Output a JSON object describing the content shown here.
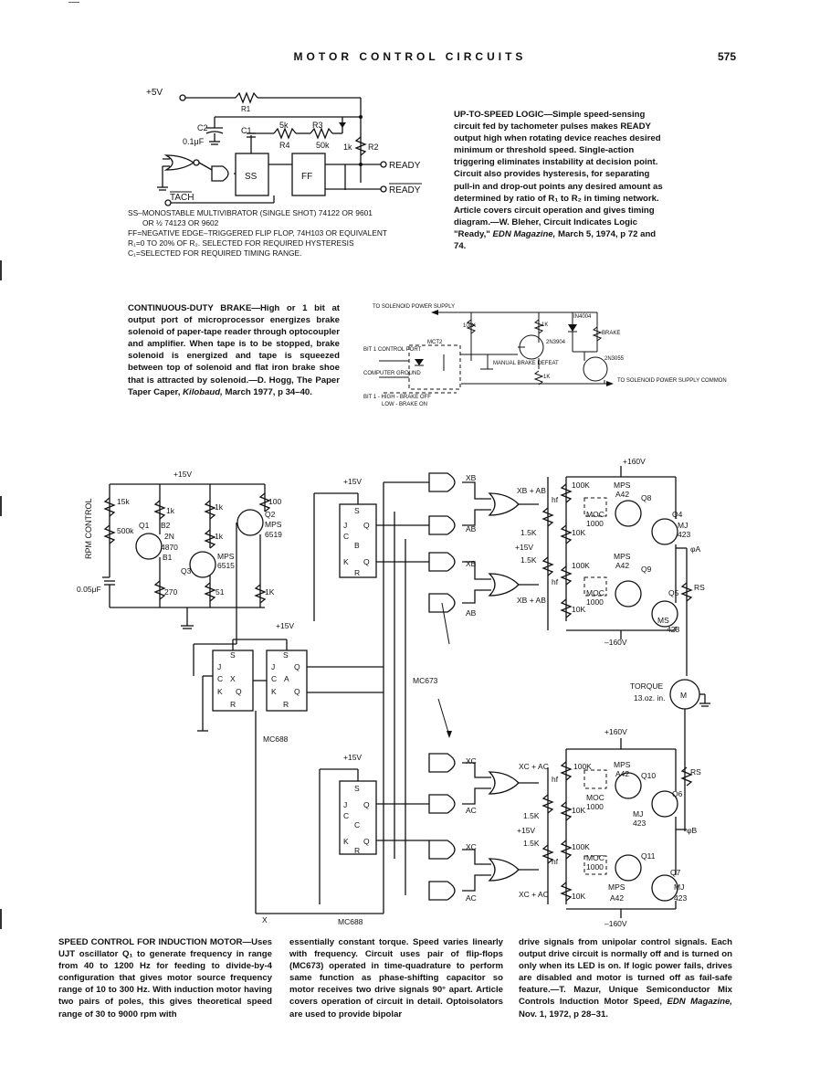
{
  "header": {
    "title": "MOTOR CONTROL CIRCUITS",
    "page_number": "575"
  },
  "up_to_speed": {
    "heading": "UP-TO-SPEED LOGIC",
    "body": "—Simple speed-sensing circuit fed by tachometer pulses makes READY output high when rotating device reaches desired minimum or threshold speed. Single-action triggering eliminates instability at decision point. Circuit also provides hysteresis, for separating pull-in and drop-out points any desired amount as determined by ratio of R₁ to R₂ in timing network. Article covers circuit operation and gives timing diagram.—W. Bleher, Circuit Indicates Logic \"Ready,\"",
    "source": "EDN Magazine,",
    "tail": "March 5, 1974, p 72 and 74.",
    "legend": [
      "SS–MONOSTABLE MULTIVIBRATOR (SINGLE SHOT) 74122 OR 9601",
      "OR ½ 74123 OR 9602",
      "FF=NEGATIVE EDGE–TRIGGERED FLIP FLOP, 74H103 OR EQUIVALENT",
      "R₁=0 TO 20% OF R₂. SELECTED FOR REQUIRED HYSTERESIS",
      "C₁=SELECTED FOR REQUIRED TIMING RANGE."
    ],
    "labels": {
      "supply": "+5V",
      "r1": "R1",
      "c2": "C2",
      "c2_val": "0.1μF",
      "c1": "C1",
      "r4_val": "5k",
      "r4": "R4",
      "r3": "R3",
      "r3_val": "50k",
      "r2_val": "1k",
      "r2": "R2",
      "ss": "SS",
      "ff": "FF",
      "ready": "READY",
      "ready_bar": "READY",
      "tach": "TACH"
    }
  },
  "brake": {
    "heading": "CONTINUOUS-DUTY BRAKE",
    "body": "—High or 1 bit at output port of microprocessor energizes brake solenoid of paper-tape reader through optocoupler and amplifier. When tape is to be stopped, brake solenoid is energized and tape is squeezed between top of solenoid and flat iron brake shoe that is attracted by solenoid.—D. Hogg, The Paper Taper Caper,",
    "source": "Kilobaud,",
    "tail": "March 1977, p 34–40.",
    "labels": {
      "solenoid_supply": "TO SOLENOID POWER SUPPLY",
      "r100k": "100K",
      "r1k_a": "1K",
      "in4004": "IN4004",
      "brake": "BRAKE",
      "mct2": "MCT2",
      "bit1_port": "BIT 1 CONTROL PORT",
      "computer_ground": "COMPUTER GROUND",
      "q2n3904": "2N3904",
      "q2n3055": "2N3055",
      "manual": "MANUAL BRAKE DEFEAT",
      "r1k_b": "1K",
      "common": "TO SOLENOID POWER SUPPLY COMMON",
      "bit_note1": "BIT 1 - HIGH - BRAKE OFF",
      "bit_note2": "LOW - BRAKE ON"
    }
  },
  "speed": {
    "heading": "SPEED CONTROL FOR INDUCTION MOTOR",
    "col1": "—Uses UJT oscillator Q₁ to generate frequency in range from 40 to 1200 Hz for feeding to divide-by-4 configuration that gives motor source frequency range of 10 to 300 Hz. With induction motor having two pairs of poles, this gives theoretical speed range of 30 to 9000 rpm with",
    "col2": "essentially constant torque. Speed varies linearly with frequency. Circuit uses pair of flip-flops (MC673) operated in time-quadrature to perform same function as phase-shifting capacitor so motor receives two drive signals 90° apart. Article covers operation of circuit in detail. Optoisolators are used to provide bipolar",
    "col3": "drive signals from unipolar control signals. Each output drive circuit is normally off and is turned on only when its LED is on. If logic power fails, drives are disabled and motor is turned off as fail-safe feature.—T. Mazur, Unique Semiconductor Mix Controls Induction Motor Speed,",
    "source": "EDN Magazine,",
    "tail": "Nov. 1, 1972, p 28–31.",
    "labels": {
      "p15v_a": "+15V",
      "rpm": "RPM CONTROL",
      "r15k": "15k",
      "r500k": "500k",
      "r1k_1": "1k",
      "q1": "Q1",
      "b2": "B2",
      "q1_type": "2N",
      "q1_num": "4870",
      "b1": "B1",
      "r1k_2": "1k",
      "r1k_3": "1k",
      "q3": "Q3",
      "mps6515": "MPS",
      "n6515": "6515",
      "r100": "100",
      "q2": "Q2",
      "mps6519": "MPS",
      "n6519": "6519",
      "c005": "0.05μF",
      "r270": "270",
      "r51": "51",
      "r1k_4": "1K",
      "p15v_b": "+15V",
      "p15v_c": "+15V",
      "p15v_d": "+15V",
      "mc688_a": "MC688",
      "mc688_b": "MC688",
      "mc673": "MC673",
      "xbar": "X",
      "ff_s": "S",
      "ff_j": "J",
      "ff_c": "C",
      "ff_k": "K",
      "ff_r": "R",
      "ff_q": "Q",
      "ff_qb": "Q",
      "ff_x": "X",
      "ff_a": "A",
      "ff_b": "B",
      "ff_cc": "C",
      "xb": "XB",
      "ab": "AB",
      "xb_ab": "XB + AB",
      "xc": "XC",
      "ac": "AC",
      "xc_ac": "XC + AC",
      "p160v_a": "+160V",
      "p160v_b": "+160V",
      "m160v_a": "–160V",
      "m160v_b": "–160V",
      "r100k": "100K",
      "r10k": "10K",
      "r1_5k": "1.5K",
      "moc1000": "MOC",
      "n1000": "1000",
      "mps_a42": "MPS",
      "a42": "A42",
      "mj423": "MJ",
      "n423": "423",
      "ms423": "MS",
      "q4": "Q4",
      "q5": "Q5",
      "q6": "Q6",
      "q7": "Q7",
      "q8": "Q8",
      "q9": "Q9",
      "q10": "Q10",
      "q11": "Q11",
      "rs": "RS",
      "phi_a": "φA",
      "phi_b": "φB",
      "torque": "TORQUE",
      "torque_val": "13.oz. in.",
      "motor": "M",
      "hf": "hf",
      "p15v_e": "+15V",
      "p15v_f": "+15V"
    }
  }
}
